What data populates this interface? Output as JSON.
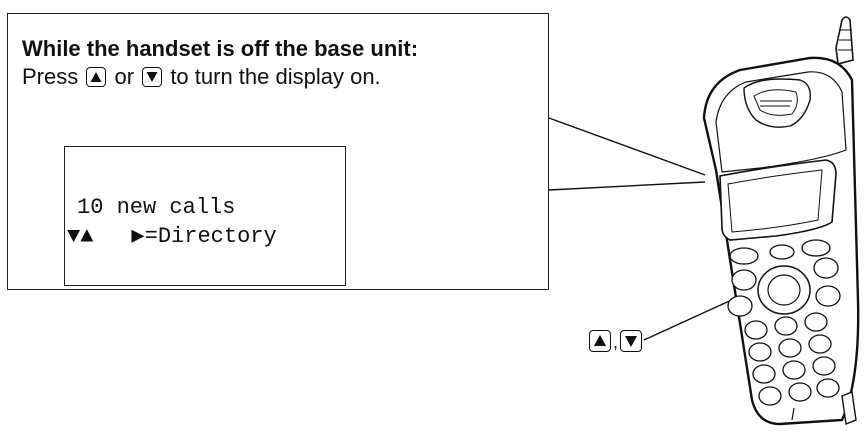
{
  "instructions": {
    "heading": "While the handset is off the base unit:",
    "press_word": "Press",
    "or_word": "or",
    "tail": "to turn the display on."
  },
  "display": {
    "line1": "10 new calls",
    "line2_arrows": "▼▲",
    "line2_text": "▶=Directory"
  },
  "key_callout": {
    "separator": ","
  },
  "icons": {
    "up_key": "up-arrow-key-icon",
    "down_key": "down-arrow-key-icon",
    "handset": "cordless-handset-illustration"
  }
}
